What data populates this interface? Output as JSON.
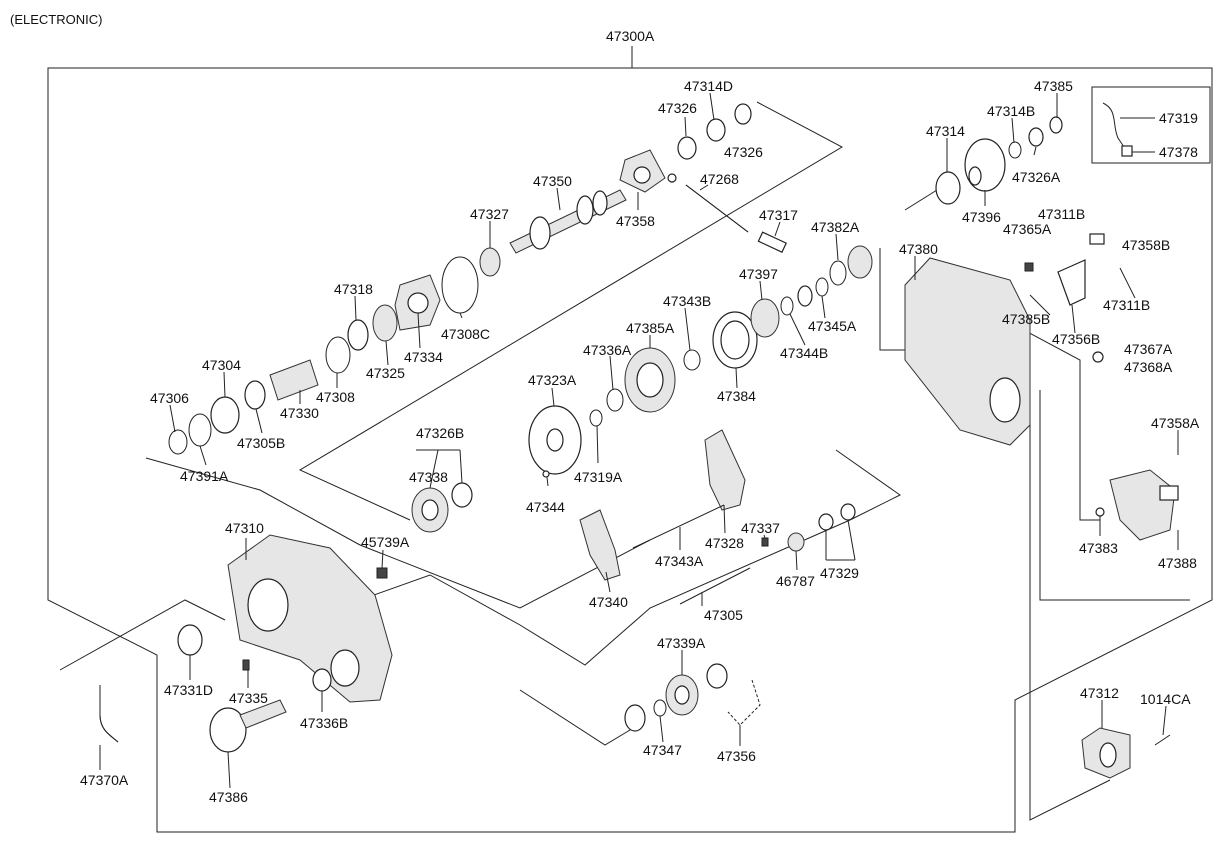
{
  "diagram": {
    "variant_note": "(ELECTRONIC)",
    "assembly_label": "47300A",
    "labels": [
      "47314D",
      "47385",
      "47326",
      "47326",
      "47314B",
      "47319",
      "47314",
      "47378",
      "47350",
      "47268",
      "47326A",
      "47358",
      "47396",
      "47327",
      "47317",
      "47311B",
      "47365A",
      "47358B",
      "47382A",
      "47380",
      "47397",
      "47318",
      "47343B",
      "47311B",
      "47385A",
      "47385B",
      "47345A",
      "47308C",
      "47334",
      "47356B",
      "47336A",
      "47344B",
      "47304",
      "47325",
      "47367A",
      "47368A",
      "47330",
      "47308",
      "47384",
      "47306",
      "47323A",
      "47305B",
      "47391A",
      "47319A",
      "47326B",
      "47358A",
      "47338",
      "47344",
      "47328",
      "47310",
      "47337",
      "45739A",
      "47383",
      "47343A",
      "46787",
      "47329",
      "47388",
      "47340",
      "47305",
      "47331D",
      "47339A",
      "47335",
      "47336B",
      "47312",
      "1014CA",
      "47347",
      "47370A",
      "47356",
      "47386"
    ]
  }
}
